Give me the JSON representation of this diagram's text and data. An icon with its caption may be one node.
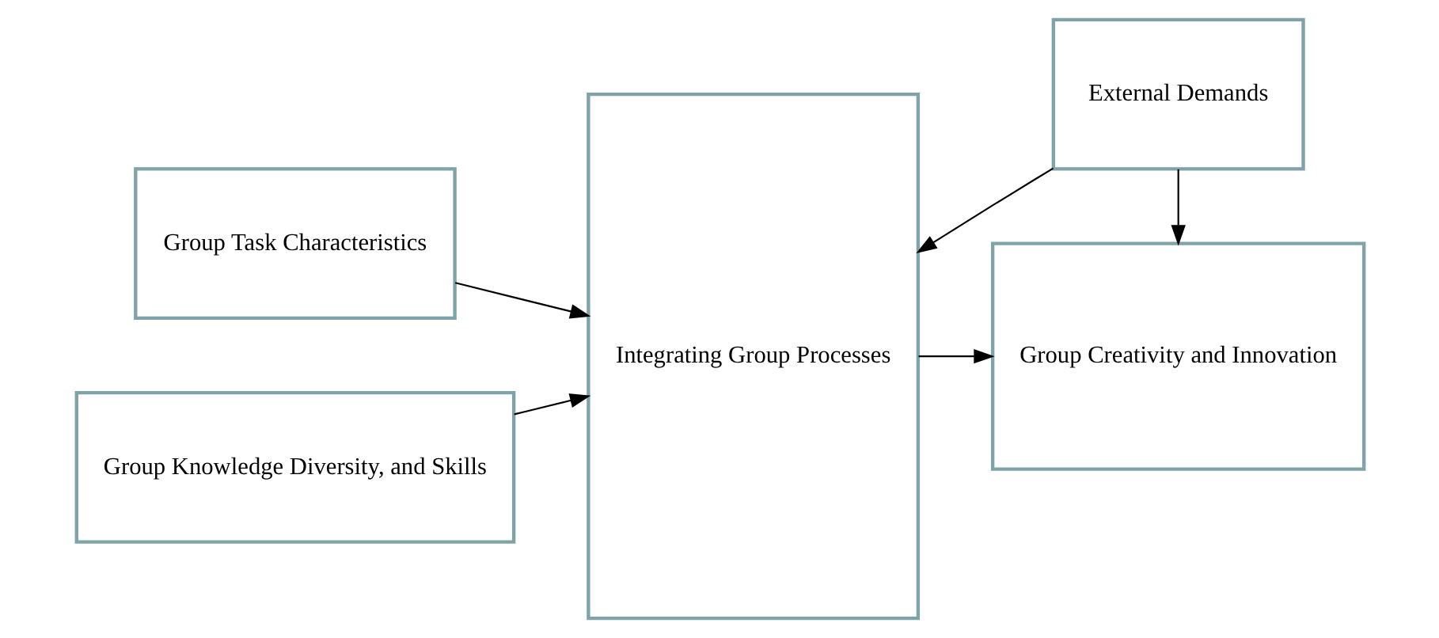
{
  "diagram": {
    "nodes": [
      {
        "text": [
          "Group Task Characteristics"
        ]
      },
      {
        "text": [
          "Group Knowledge Diversity, and Skills"
        ]
      },
      {
        "text": [
          "Integrating Group Processes"
        ]
      },
      {
        "text": [
          "External Demands"
        ]
      },
      {
        "text": [
          "Group Creativity and Innovation"
        ]
      }
    ],
    "edges": [
      {
        "from": 0,
        "to": 2,
        "arrow": "to"
      },
      {
        "from": 1,
        "to": 2,
        "arrow": "to"
      },
      {
        "from": 3,
        "to": 2,
        "arrow": "to"
      },
      {
        "from": 3,
        "to": 4,
        "arrow": "to"
      },
      {
        "from": 2,
        "to": 4,
        "arrow": "to"
      }
    ]
  }
}
